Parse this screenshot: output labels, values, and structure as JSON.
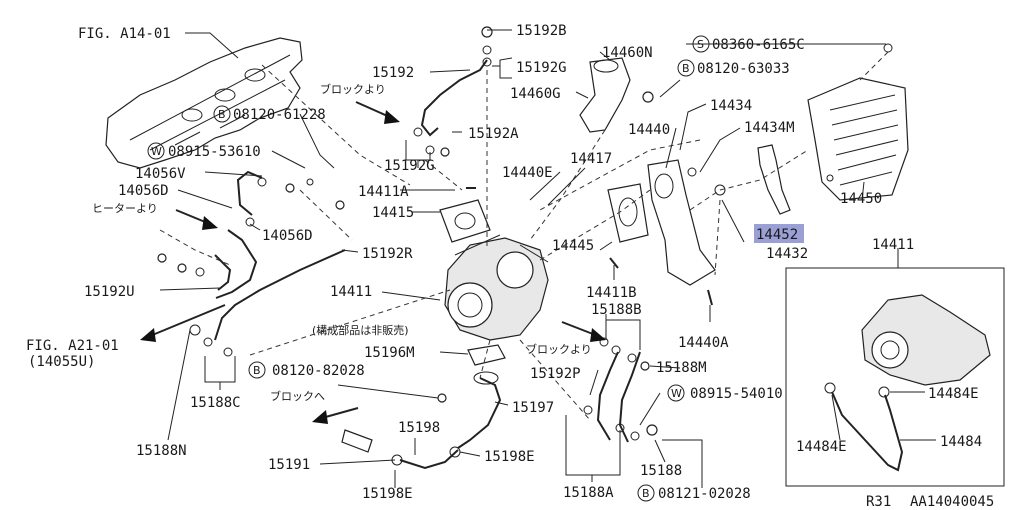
{
  "diagram": {
    "fig_a14": "FIG. A14-01",
    "fig_a21": "FIG. A21-01",
    "fig_a21_sub": "(14055U)",
    "from_block_1": "ブロックより",
    "from_heater": "ヒーターより",
    "from_block_2": "ブロックより",
    "to_block": "ブロックへ",
    "not_sold": "(構成部品は非販売)",
    "footer_r31": "R31",
    "footer_code": "AA14040045",
    "highlight_color": "#9aa0d6",
    "labels": {
      "p15192B": "15192B",
      "p15192": "15192",
      "p15192G": "15192G",
      "p15192A": "15192A",
      "p15192G_2": "15192G",
      "p14460N": "14460N",
      "p14460G": "14460G",
      "p08360": "08360-6165C",
      "p08120_63033": "08120-63033",
      "p14434": "14434",
      "p14434M": "14434M",
      "p14440": "14440",
      "p08120_61228": "08120-61228",
      "p08915_53610": "08915-53610",
      "p14056V": "14056V",
      "p14056D": "14056D",
      "p14056D_2": "14056D",
      "p14411A": "14411A",
      "p14415": "14415",
      "p14440E": "14440E",
      "p14417": "14417",
      "p14452": "14452",
      "p14432": "14432",
      "p14450": "14450",
      "p14411_box": "14411",
      "p14445": "14445",
      "p15192R": "15192R",
      "p15192U": "15192U",
      "p14411B": "14411B",
      "p14411": "14411",
      "p15188B": "15188B",
      "p14440A": "14440A",
      "p15196M": "15196M",
      "p15188M": "15188M",
      "p15192P": "15192P",
      "p08120_82028": "08120-82028",
      "p08915_54010": "08915-54010",
      "p15197": "15197",
      "p15188C": "15188C",
      "p15188N": "15188N",
      "p15198": "15198",
      "p15198E": "15198E",
      "p15191": "15191",
      "p15198E_2": "15198E",
      "p15188A": "15188A",
      "p15188": "15188",
      "p08121_02028": "08121-02028",
      "p14484E": "14484E",
      "p14484E_2": "14484E",
      "p14484": "14484"
    },
    "prefix": {
      "s": "S",
      "b": "B",
      "w": "W"
    }
  }
}
